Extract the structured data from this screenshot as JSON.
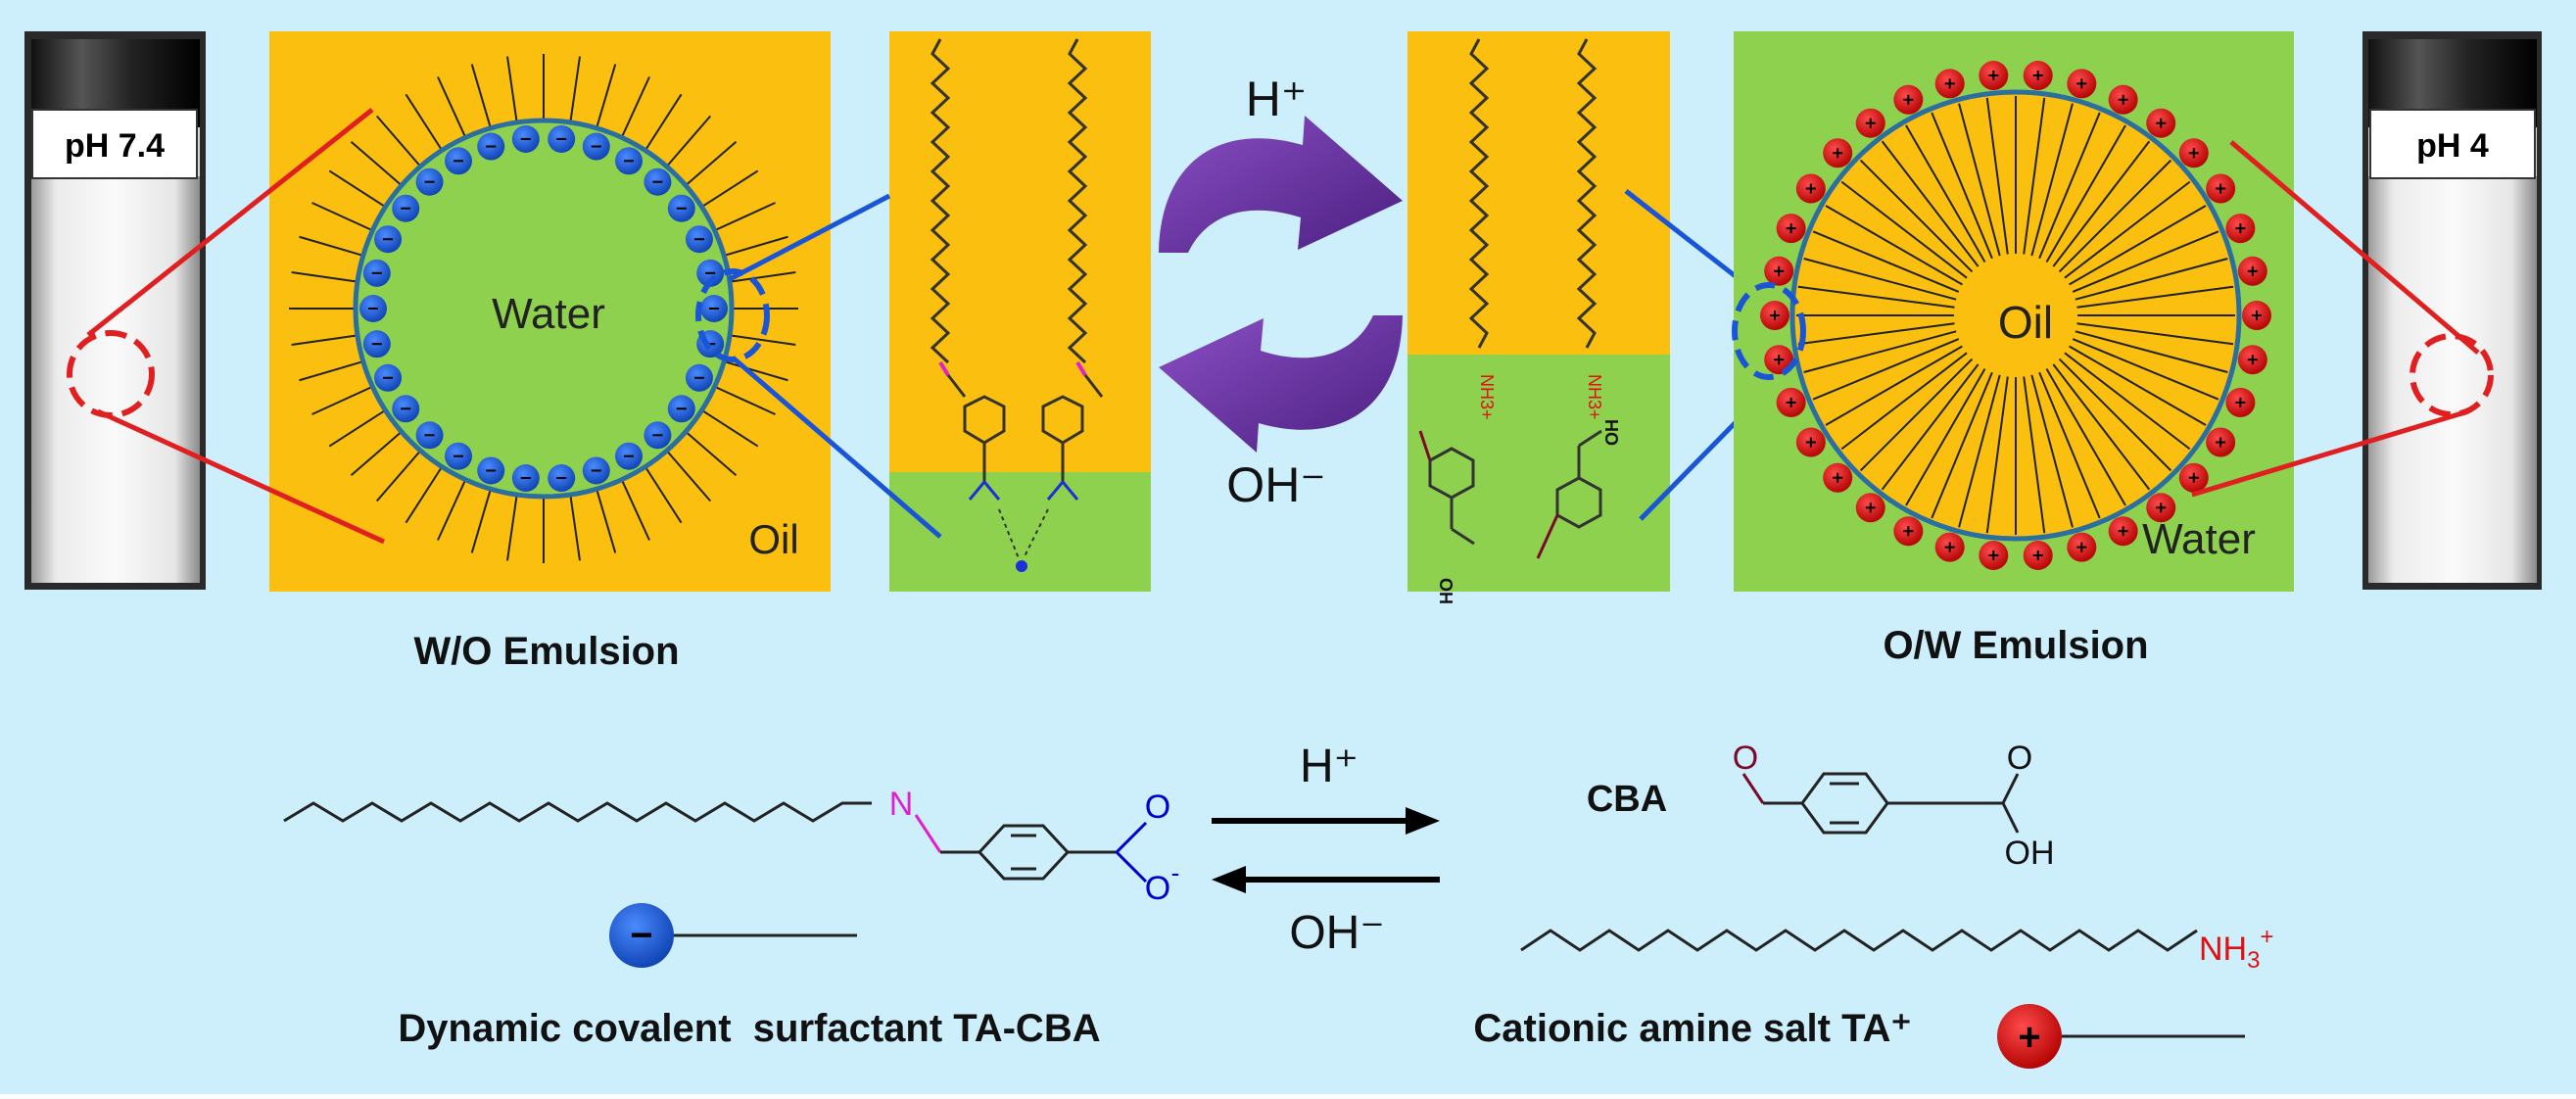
{
  "colors": {
    "background": "#cdeefb",
    "oil": "#fbbf0f",
    "water": "#8ed14f",
    "anion": "#1558d6",
    "cation": "#e01010",
    "arrow_purple": "#6b2fa0",
    "imine": "#e020d0",
    "carboxylate": "#0000cc",
    "cba_aldehyde": "#7a0a2a",
    "ammonium": "#e01010"
  },
  "labels": {
    "ph_left": "pH 7.4",
    "ph_right": "pH 4",
    "wo_water": "Water",
    "wo_oil": "Oil",
    "ow_oil": "Oil",
    "ow_water": "Water",
    "wo_emulsion": "W/O Emulsion",
    "ow_emulsion": "O/W Emulsion",
    "cycle_acid": "H⁺",
    "cycle_base": "OH⁻",
    "eq_acid": "H⁺",
    "eq_base": "OH⁻",
    "cba": "CBA",
    "ta_cba_name": "Dynamic covalent  surfactant TA-CBA",
    "ta_plus_name": "Cationic amine salt TA⁺",
    "imine_n": "N",
    "carboxylate_o1": "O",
    "carboxylate_o2": "O",
    "carboxylate_minus": "-",
    "cba_o_aldehyde": "O",
    "cba_o_acid": "O",
    "cba_oh": "OH",
    "nh3": "NH",
    "nh3_sub": "3",
    "nh3_sup": "+",
    "anion_sign": "−",
    "cation_sign": "+"
  }
}
